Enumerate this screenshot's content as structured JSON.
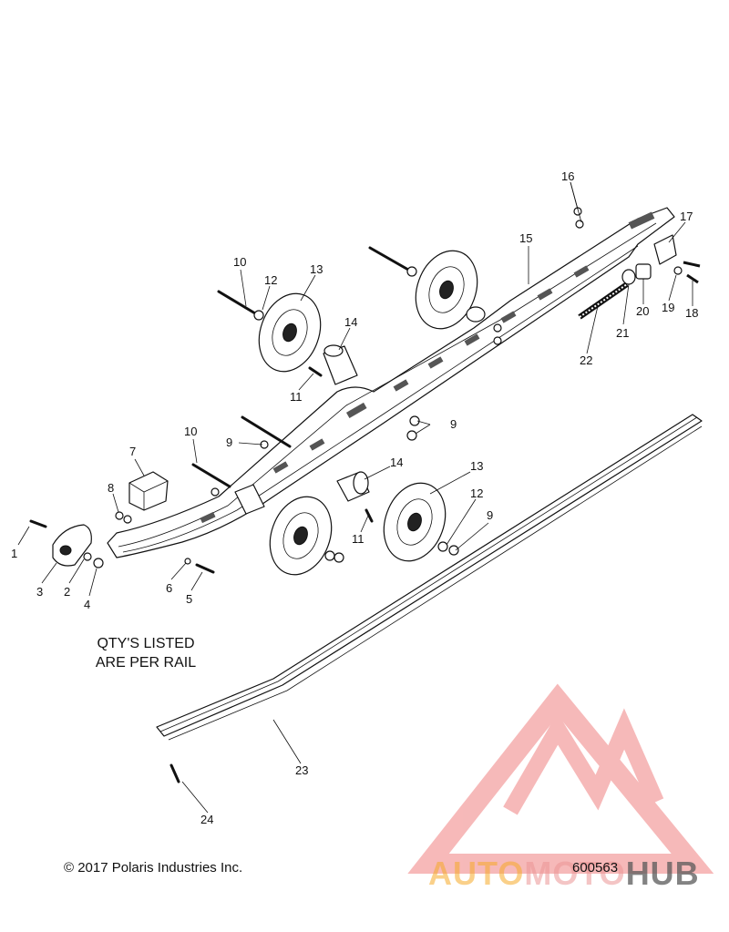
{
  "callouts": [
    {
      "id": "c1",
      "label": "1"
    },
    {
      "id": "c2",
      "label": "2"
    },
    {
      "id": "c3",
      "label": "3"
    },
    {
      "id": "c4",
      "label": "4"
    },
    {
      "id": "c5",
      "label": "5"
    },
    {
      "id": "c6",
      "label": "6"
    },
    {
      "id": "c7",
      "label": "7"
    },
    {
      "id": "c8",
      "label": "8"
    },
    {
      "id": "c9a",
      "label": "9"
    },
    {
      "id": "c9b",
      "label": "9"
    },
    {
      "id": "c9c",
      "label": "9"
    },
    {
      "id": "c10a",
      "label": "10"
    },
    {
      "id": "c10b",
      "label": "10"
    },
    {
      "id": "c11a",
      "label": "11"
    },
    {
      "id": "c11b",
      "label": "11"
    },
    {
      "id": "c12a",
      "label": "12"
    },
    {
      "id": "c12b",
      "label": "12"
    },
    {
      "id": "c13a",
      "label": "13"
    },
    {
      "id": "c13b",
      "label": "13"
    },
    {
      "id": "c14a",
      "label": "14"
    },
    {
      "id": "c14b",
      "label": "14"
    },
    {
      "id": "c15",
      "label": "15"
    },
    {
      "id": "c16",
      "label": "16"
    },
    {
      "id": "c17",
      "label": "17"
    },
    {
      "id": "c18",
      "label": "18"
    },
    {
      "id": "c19",
      "label": "19"
    },
    {
      "id": "c20",
      "label": "20"
    },
    {
      "id": "c21",
      "label": "21"
    },
    {
      "id": "c22",
      "label": "22"
    },
    {
      "id": "c23",
      "label": "23"
    },
    {
      "id": "c24",
      "label": "24"
    }
  ],
  "note": {
    "line1": "QTY'S LISTED",
    "line2": "ARE PER RAIL"
  },
  "footer": {
    "copyright": "© 2017 Polaris Industries Inc.",
    "figure_number": "600563"
  },
  "watermark": {
    "part1": "AUTO",
    "part2": "MOTO",
    "part3": "HUB",
    "logo_color": "#f08080"
  }
}
